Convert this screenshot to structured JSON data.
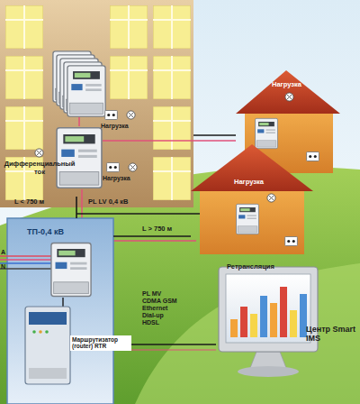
{
  "diagram": {
    "nodes": [
      {
        "text": [
          "Дифференциальный ток",
          "Нагрузка",
          "Нагрузка"
        ]
      },
      {
        "text": [
          "Нагрузка"
        ]
      },
      {
        "text": [
          "Нагрузка",
          "Ретрансляция"
        ]
      },
      {
        "text": [
          "ТП-0,4 кВ"
        ]
      },
      {
        "text": [
          "Маршрутизатор (router) RTR"
        ],
        "in": 3
      },
      {
        "text": [
          "Центр Smart IMS"
        ]
      }
    ],
    "edges": [
      {
        "from": 3,
        "to": 0,
        "arrow": "none",
        "label": "L < 750 м"
      },
      {
        "from": 0,
        "to": 1,
        "arrow": "none"
      },
      {
        "from": 3,
        "to": 2,
        "arrow": "none",
        "label": "L > 750 м"
      },
      {
        "from": 4,
        "to": 5,
        "arrow": "none",
        "label": "PL MV CDMA GSM Ethernet Dial-up HDSL"
      }
    ],
    "labels": [
      "PL LV 0,4 кВ",
      "A",
      "N"
    ]
  }
}
